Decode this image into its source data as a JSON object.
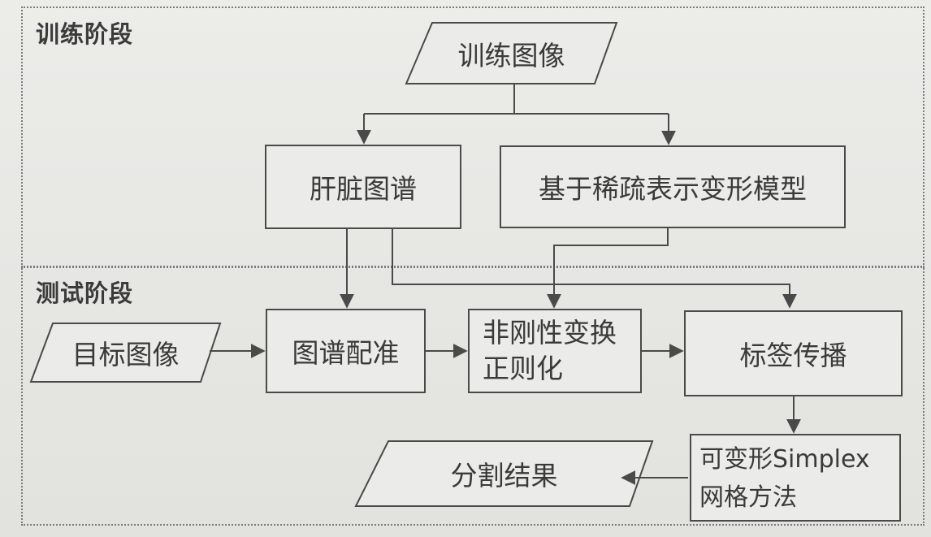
{
  "sections": {
    "training_label": "训练阶段",
    "testing_label": "测试阶段"
  },
  "nodes": {
    "training_image": "训练图像",
    "liver_atlas": "肝脏图谱",
    "sparse_deformation_model": "基于稀疏表示变形模型",
    "target_image": "目标图像",
    "atlas_registration": "图谱配准",
    "nonrigid_reg_line1": "非刚性变换",
    "nonrigid_reg_line2": "正则化",
    "label_propagation": "标签传播",
    "simplex_line1": "可变形Simplex",
    "simplex_line2": "网格方法",
    "segmentation_result": "分割结果"
  },
  "colors": {
    "background": "#e9e9e7",
    "stroke": "#4a4a4a",
    "text": "#3a3a3a",
    "section_border": "#7b7b79"
  }
}
